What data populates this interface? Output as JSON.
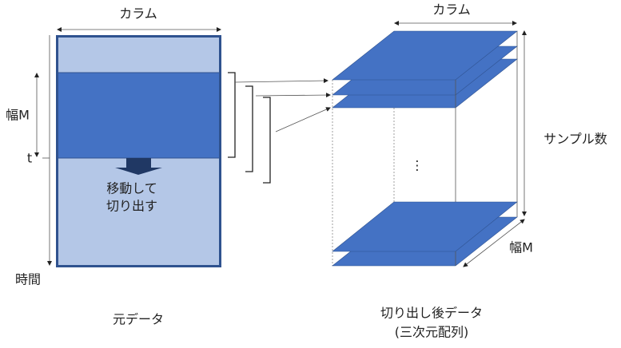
{
  "colors": {
    "light_fill": "#b4c7e7",
    "dark_fill": "#4472c4",
    "border": "#2f528f",
    "move_arrow": "#203864"
  },
  "left": {
    "column_label": "カラム",
    "time_label": "時間",
    "width_label": "幅M",
    "t_label": "t",
    "move_text_line1": "移動して",
    "move_text_line2": "切り出す",
    "caption": "元データ"
  },
  "right": {
    "column_label": "カラム",
    "samples_label": "サンプル数",
    "width_label": "幅M",
    "ellipsis": "⋮",
    "caption_line1": "切り出し後データ",
    "caption_line2": "(三次元配列)"
  }
}
